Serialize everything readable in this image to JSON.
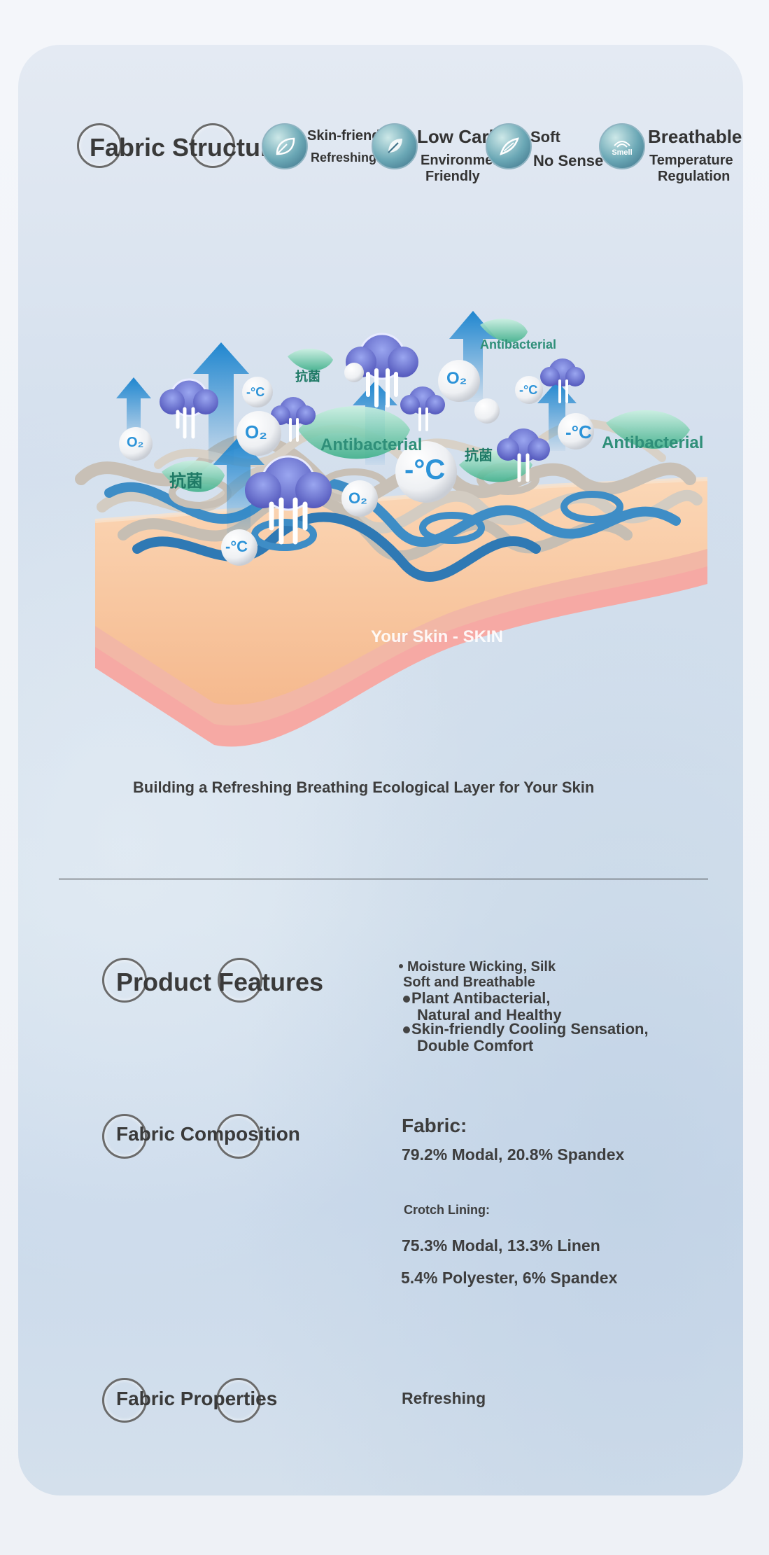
{
  "header": {
    "title": "Fabric Structure",
    "badges": [
      {
        "icon": "leaf-skin-icon",
        "line1": "Skin-friendly",
        "line2": "Refreshing"
      },
      {
        "icon": "leaf-icon",
        "line1": "Low Carbon",
        "line2": "Environmental",
        "line3": "Friendly"
      },
      {
        "icon": "feather-icon",
        "line1": "Soft",
        "line2": "No Sense"
      },
      {
        "icon": "breathable-icon",
        "icon_text": "Smell",
        "line1": "Breathable",
        "line2": "Temperature",
        "line3": "Regulation"
      }
    ]
  },
  "illustration": {
    "labels": {
      "antibacterial_1": "Antibacterial",
      "antibacterial_2": "Antibacterial",
      "antibacterial_3": "Antibacterial",
      "zh_1": "抗菌",
      "zh_2": "抗菌",
      "zh_3": "抗菌",
      "o2": "O₂",
      "temp": "-°C",
      "skin": "Your Skin - SKIN"
    },
    "colors": {
      "skin_top": "#f7c9a4",
      "skin_mid": "#f3b79b",
      "skin_bottom": "#f5a7a5",
      "fiber_light": "#cfc7bd",
      "fiber_blue": "#3f8fc8",
      "arrow": "#2a8fd2",
      "cloud": "#5a5fc0",
      "leaf": "#7fd3b4"
    }
  },
  "tagline": "Building a Refreshing Breathing Ecological Layer for Your Skin",
  "product_features": {
    "title": "Product Features",
    "items": [
      {
        "line1": "Moisture Wicking, Silk",
        "line2": "Soft and Breathable"
      },
      {
        "line1": "Plant Antibacterial,",
        "line2": "Natural and Healthy"
      },
      {
        "line1": "Skin-friendly Cooling Sensation,",
        "line2": "Double Comfort"
      }
    ]
  },
  "fabric_composition": {
    "title": "Fabric Composition",
    "fabric_label": "Fabric:",
    "fabric_value": "79.2% Modal, 20.8% Spandex",
    "lining_label": "Crotch Lining:",
    "lining_value_1": "75.3% Modal, 13.3% Linen",
    "lining_value_2": "5.4% Polyester, 6% Spandex"
  },
  "fabric_properties": {
    "title": "Fabric Properties",
    "value": "Refreshing"
  }
}
